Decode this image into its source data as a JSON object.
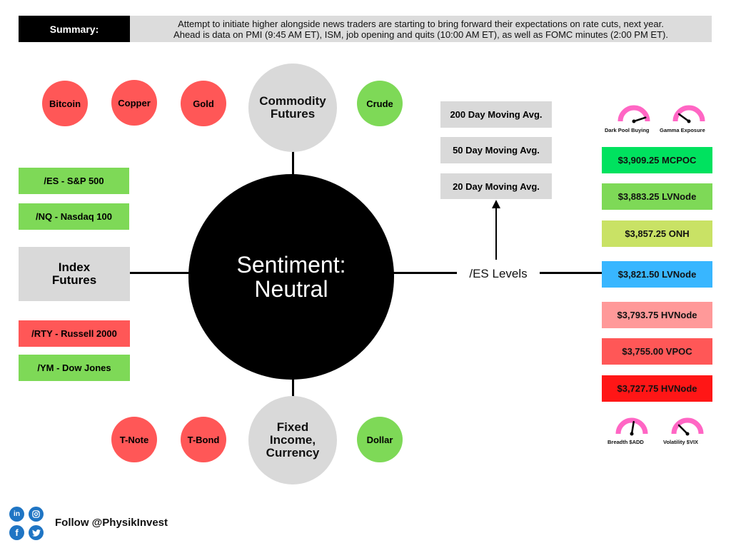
{
  "summary": {
    "label": "Summary:",
    "text_line1": "Attempt to initiate higher alongside news traders are starting to bring forward their expectations on rate cuts, next year.",
    "text_line2": "Ahead is data on PMI (9:45 AM ET), ISM, job opening and quits (10:00 AM ET), as well as FOMC minutes (2:00 PM ET)."
  },
  "center": {
    "line1": "Sentiment:",
    "line2": "Neutral"
  },
  "commodity": {
    "title_line1": "Commodity",
    "title_line2": "Futures",
    "items": [
      {
        "label": "Bitcoin",
        "color": "#ff5757"
      },
      {
        "label": "Copper",
        "color": "#ff5757"
      },
      {
        "label": "Gold",
        "color": "#ff5757"
      },
      {
        "label": "Crude",
        "color": "#7ed957"
      }
    ]
  },
  "fixed_income": {
    "title_line1": "Fixed",
    "title_line2": "Income,",
    "title_line3": "Currency",
    "items": [
      {
        "label": "T-Note",
        "color": "#ff5757"
      },
      {
        "label": "T-Bond",
        "color": "#ff5757"
      },
      {
        "label": "Dollar",
        "color": "#7ed957"
      }
    ]
  },
  "index_futures": {
    "title_line1": "Index",
    "title_line2": "Futures",
    "items": [
      {
        "label": "/ES - S&P 500",
        "color": "#7ed957"
      },
      {
        "label": "/NQ - Nasdaq 100",
        "color": "#7ed957"
      },
      {
        "label": "/RTY - Russell 2000",
        "color": "#ff5757"
      },
      {
        "label": "/YM - Dow Jones",
        "color": "#7ed957"
      }
    ]
  },
  "moving_averages": [
    {
      "label": "200 Day Moving Avg."
    },
    {
      "label": "50 Day Moving Avg."
    },
    {
      "label": "20 Day Moving Avg."
    }
  ],
  "es_levels": {
    "label": "/ES Levels",
    "levels": [
      {
        "label": "$3,909.25 MCPOC",
        "color": "#00e25f"
      },
      {
        "label": "$3,883.25 LVNode",
        "color": "#7ed957"
      },
      {
        "label": "$3,857.25 ONH",
        "color": "#c9e265"
      },
      {
        "label": "$3,821.50 LVNode",
        "color": "#38b6ff"
      },
      {
        "label": "$3,793.75 HVNode",
        "color": "#ff9999"
      },
      {
        "label": "$3,755.00 VPOC",
        "color": "#ff5757"
      },
      {
        "label": "$3,727.75 HVNode",
        "color": "#ff1616"
      }
    ]
  },
  "gauges": {
    "color": "#ff66c4",
    "top": [
      {
        "label": "Dark Pool Buying",
        "level": 0.9
      },
      {
        "label": "Gamma Exposure",
        "level": 0.2
      }
    ],
    "bottom": [
      {
        "label": "Breadth $ADD",
        "level": 0.55
      },
      {
        "label": "Volatility $VIX",
        "level": 0.25
      }
    ]
  },
  "footer": {
    "follow": "Follow @PhysikInvest",
    "icons": [
      "linkedin-icon",
      "instagram-icon",
      "facebook-icon",
      "twitter-icon"
    ]
  }
}
